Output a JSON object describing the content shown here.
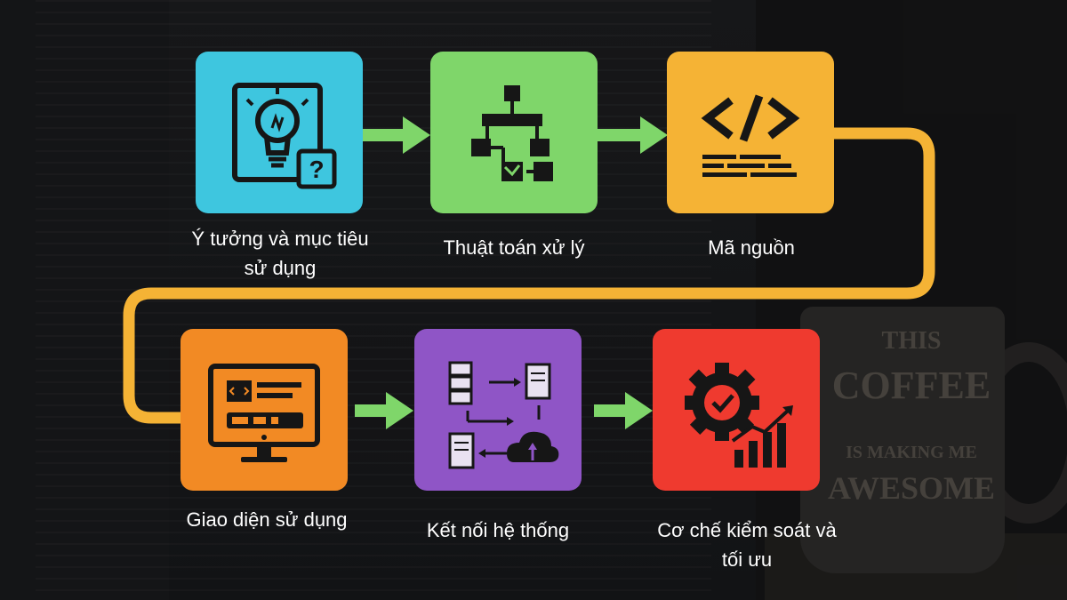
{
  "background": {
    "mug_lines": [
      "THIS",
      "COFFEE",
      "IS MAKING ME",
      "AWESOME"
    ]
  },
  "colors": {
    "connector": "#f5b335",
    "arrow": "#7fd66a",
    "step1": "#3ec6df",
    "step2": "#7fd66a",
    "step3": "#f5b335",
    "step4": "#f28a24",
    "step5": "#8f55c6",
    "step6": "#ef3a2f"
  },
  "steps": [
    {
      "label_line1": "Ý tưởng và mục tiêu",
      "label_line2": "sử dụng",
      "icon": "lightbulb-question-icon"
    },
    {
      "label_line1": "Thuật toán xử lý",
      "label_line2": "",
      "icon": "flowchart-icon"
    },
    {
      "label_line1": "Mã nguồn",
      "label_line2": "",
      "icon": "code-icon"
    },
    {
      "label_line1": "Giao diện sử dụng",
      "label_line2": "",
      "icon": "monitor-ui-icon"
    },
    {
      "label_line1": "Kết nối hệ thống",
      "label_line2": "",
      "icon": "server-network-icon"
    },
    {
      "label_line1": "Cơ chế kiểm soát và",
      "label_line2": "tối ưu",
      "icon": "gear-growth-icon"
    }
  ]
}
